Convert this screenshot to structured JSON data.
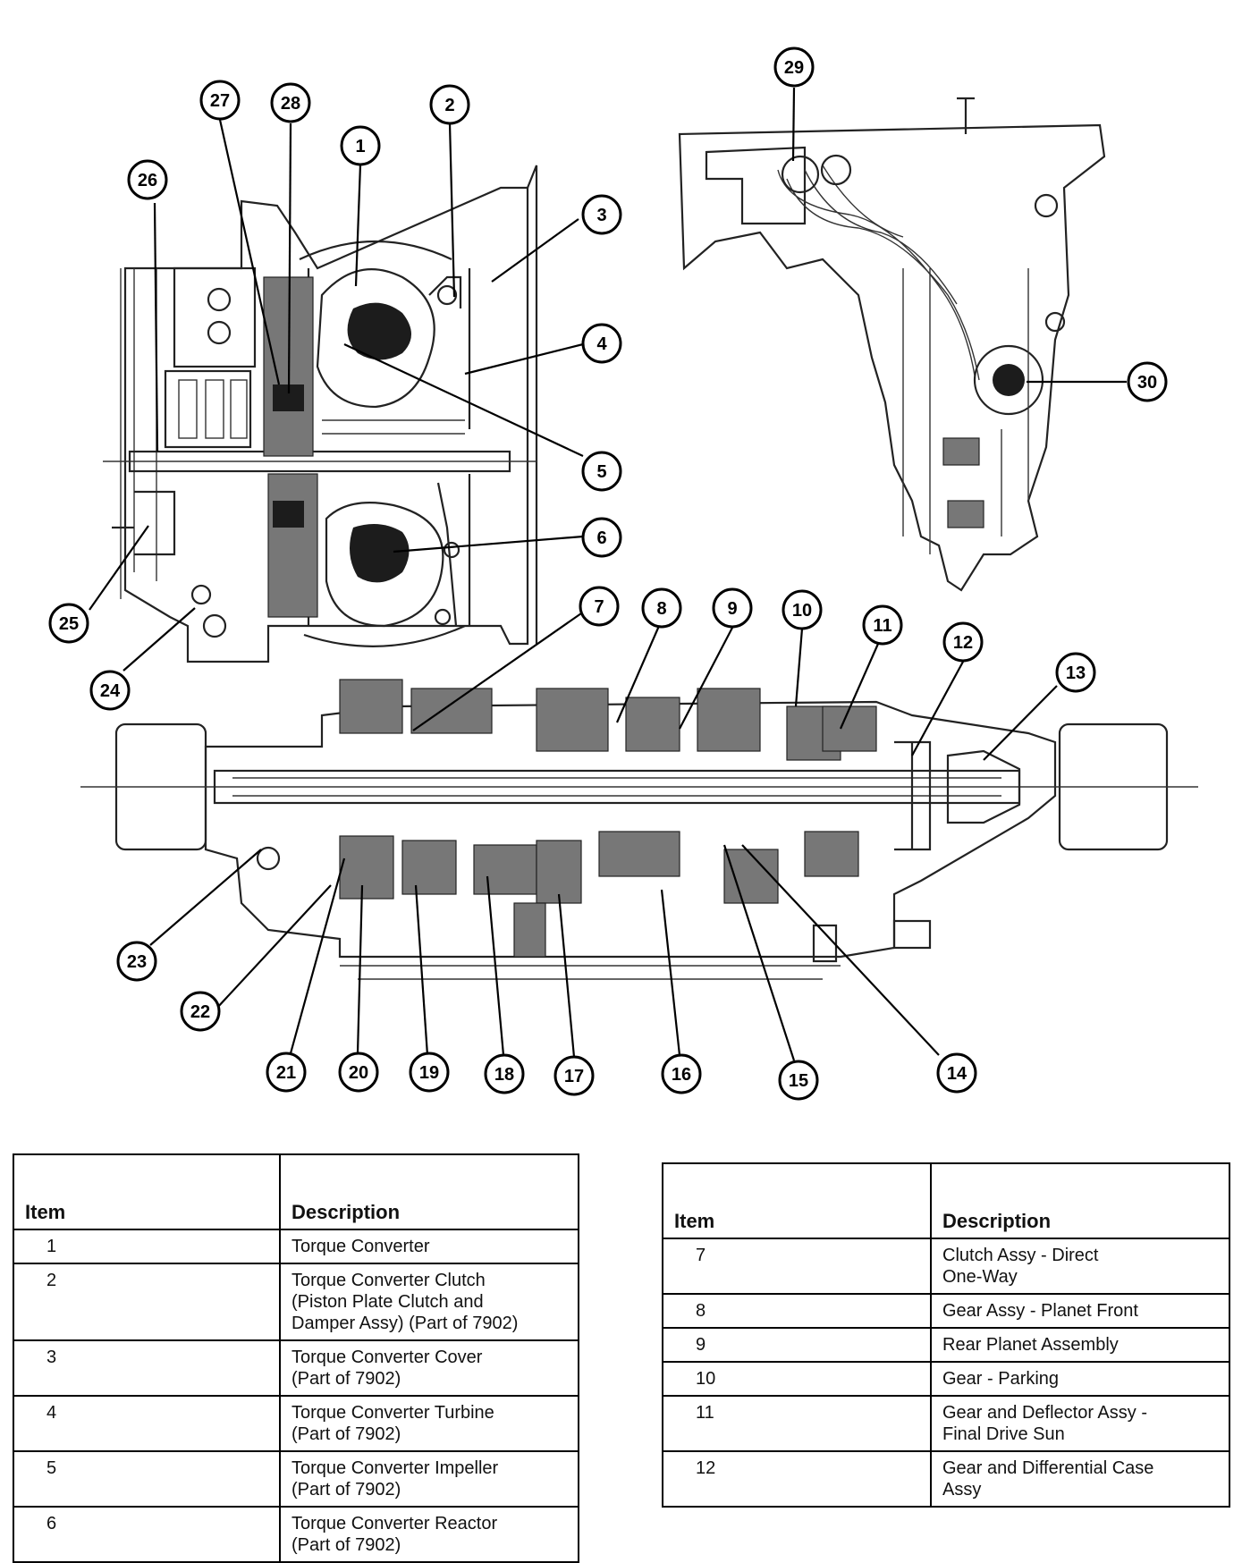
{
  "callouts": [
    "1",
    "2",
    "3",
    "4",
    "5",
    "6",
    "7",
    "8",
    "9",
    "10",
    "11",
    "12",
    "13",
    "14",
    "15",
    "16",
    "17",
    "18",
    "19",
    "20",
    "21",
    "22",
    "23",
    "24",
    "25",
    "26",
    "27",
    "28",
    "29",
    "30"
  ],
  "tables": {
    "left": {
      "header_item": "Item",
      "header_description": "Description",
      "rows": [
        {
          "item": "1",
          "lines": [
            "Torque Converter"
          ]
        },
        {
          "item": "2",
          "lines": [
            "Torque Converter Clutch",
            "(Piston Plate Clutch and",
            "Damper Assy) (Part of 7902)"
          ]
        },
        {
          "item": "3",
          "lines": [
            "Torque Converter Cover",
            "(Part of 7902)"
          ]
        },
        {
          "item": "4",
          "lines": [
            "Torque Converter Turbine",
            "(Part of 7902)"
          ]
        },
        {
          "item": "5",
          "lines": [
            "Torque Converter Impeller",
            "(Part of 7902)"
          ]
        },
        {
          "item": "6",
          "lines": [
            "Torque Converter Reactor",
            "(Part of 7902)"
          ]
        }
      ]
    },
    "right": {
      "header_item": "Item",
      "header_description": "Description",
      "rows": [
        {
          "item": "7",
          "lines": [
            "Clutch Assy - Direct",
            "One-Way"
          ]
        },
        {
          "item": "8",
          "lines": [
            "Gear Assy - Planet Front"
          ]
        },
        {
          "item": "9",
          "lines": [
            "Rear Planet Assembly"
          ]
        },
        {
          "item": "10",
          "lines": [
            "Gear - Parking"
          ]
        },
        {
          "item": "11",
          "lines": [
            "Gear and Deflector Assy -",
            "Final Drive Sun"
          ]
        },
        {
          "item": "12",
          "lines": [
            "Gear and Differential Case",
            "Assy"
          ]
        }
      ]
    }
  }
}
